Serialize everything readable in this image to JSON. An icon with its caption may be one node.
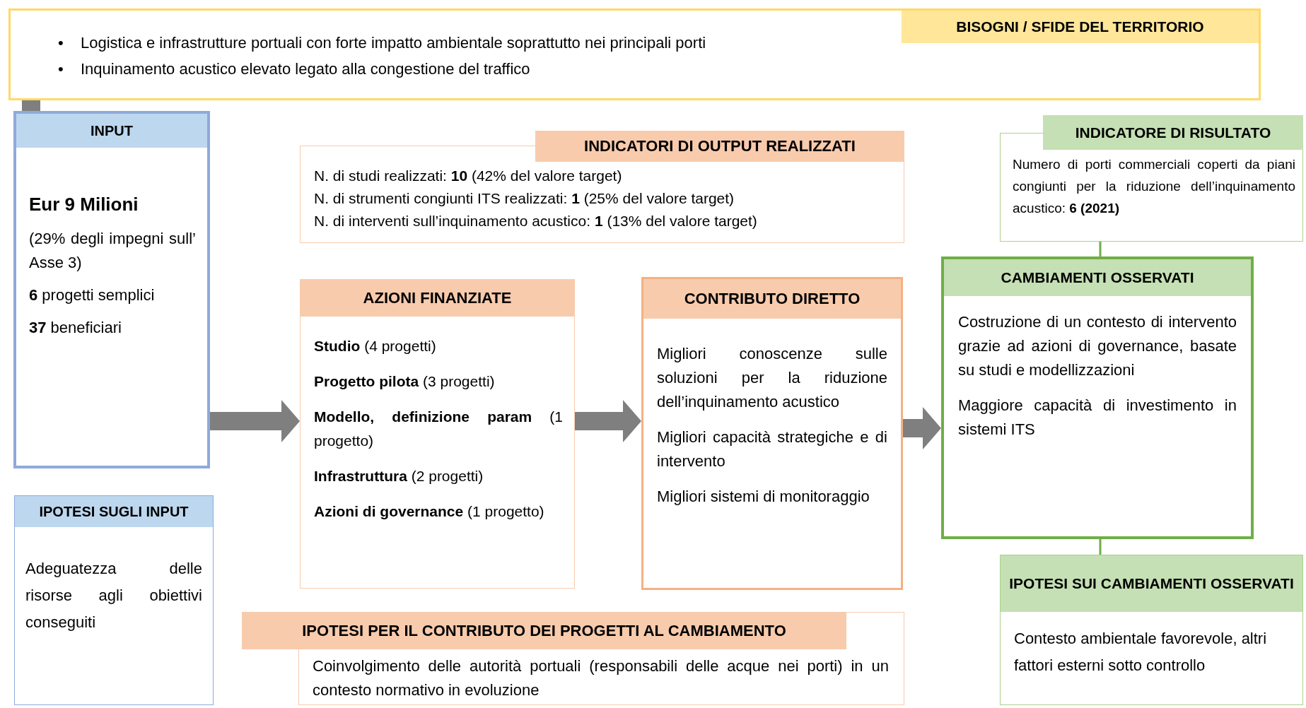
{
  "diagram": {
    "nodes": [
      {
        "text": [
          "BISOGNI / SFIDE DEL TERRITORIO",
          "•",
          "Logistica e infrastrutture portuali con forte impatto ambientale soprattutto nei principali porti",
          "•",
          "Inquinamento acustico elevato legato alla congestione del traffico"
        ]
      },
      {
        "text": [
          "INPUT",
          "Eur 9 Milioni",
          "(29% degli impegni sull’ Asse 3)",
          "**6** progetti semplici",
          "**37** beneficiari"
        ]
      },
      {
        "text": [
          "IPOTESI SUGLI INPUT",
          "Adeguatezza delle risorse agli obiettivi conseguiti"
        ]
      },
      {
        "text": [
          "INDICATORI DI OUTPUT REALIZZATI",
          "N. di studi realizzati: **10** (42% del valore target)",
          "N. di strumenti congiunti ITS realizzati: **1** (25% del valore target)",
          "N. di interventi sull’inquinamento acustico: **1** (13% del valore target)"
        ]
      },
      {
        "text": [
          "AZIONI FINANZIATE",
          "**Studio** (4 progetti)",
          "**Progetto pilota** (3 progetti)",
          "**Modello, definizione param** (1 progetto)",
          "**Infrastruttura** (2 progetti)",
          "**Azioni di governance** (1 progetto)"
        ]
      },
      {
        "text": [
          "CONTRIBUTO DIRETTO",
          "Migliori conoscenze sulle soluzioni per la riduzione dell’inquinamento acustico",
          "Migliori capacità strategiche e di intervento",
          "Migliori sistemi di monitoraggio"
        ]
      },
      {
        "text": [
          "INDICATORE DI RISULTATO",
          "Numero di porti commerciali coperti da piani congiunti per la riduzione dell’inquinamento acustico: **6 (2021)**"
        ]
      },
      {
        "text": [
          "CAMBIAMENTI OSSERVATI",
          "Costruzione di un contesto di intervento grazie ad azioni di governance, basate su studi e modellizzazioni",
          "Maggiore capacità di investimento in sistemi ITS"
        ]
      },
      {
        "text": [
          "IPOTESI SUI CAMBIAMENTI OSSERVATI",
          "Contesto ambientale favorevole, altri fattori esterni sotto controllo"
        ]
      },
      {
        "text": [
          "IPOTESI PER IL CONTRIBUTO DEI PROGETTI AL CAMBIAMENTO",
          "Coinvolgimento delle autorità portuali (responsabili delle acque nei porti) in un contesto normativo in evoluzione"
        ]
      }
    ],
    "edges": [
      {
        "from": 0,
        "to": 1,
        "arrow": "none",
        "style": "thick",
        "color": "#7f7f7f"
      },
      {
        "from": 1,
        "to": 4,
        "arrow": "to",
        "style": "thick",
        "color": "#7f7f7f"
      },
      {
        "from": 4,
        "to": 5,
        "arrow": "to",
        "style": "thick",
        "color": "#7f7f7f"
      },
      {
        "from": 5,
        "to": 7,
        "arrow": "to",
        "style": "thick",
        "color": "#7f7f7f"
      },
      {
        "from": 6,
        "to": 7,
        "arrow": "none",
        "color": "#70ad47"
      },
      {
        "from": 7,
        "to": 8,
        "arrow": "none",
        "color": "#70ad47"
      }
    ]
  }
}
